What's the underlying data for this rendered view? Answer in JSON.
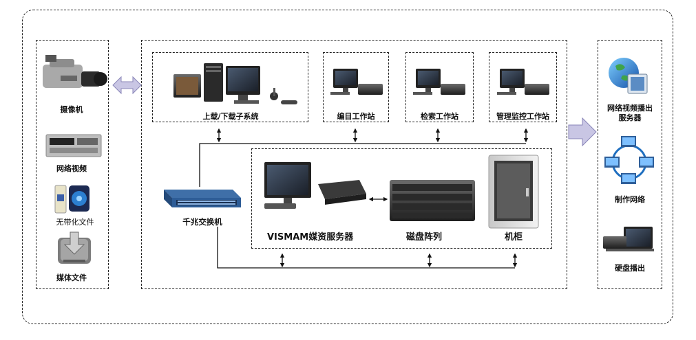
{
  "left_devices": [
    {
      "label": "摄像机"
    },
    {
      "label": "网络视频"
    },
    {
      "label": "无带化文件"
    },
    {
      "label": "媒体文件"
    }
  ],
  "workstations": [
    {
      "label": "上载/下载子系统"
    },
    {
      "label": "编目工作站"
    },
    {
      "label": "检索工作站"
    },
    {
      "label": "管理监控工作站"
    }
  ],
  "switch": {
    "label": "千兆交换机"
  },
  "server_group": [
    {
      "label": "VISMAM媒资服务器"
    },
    {
      "label": "磁盘阵列"
    },
    {
      "label": "机柜"
    }
  ],
  "right_outputs": [
    {
      "label": "网络视频播出服务器"
    },
    {
      "label": "制作网络"
    },
    {
      "label": "硬盘播出"
    }
  ],
  "colors": {
    "arrow_fill": "#c9c6e4",
    "arrow_stroke": "#8a86b8",
    "line": "#111111"
  }
}
